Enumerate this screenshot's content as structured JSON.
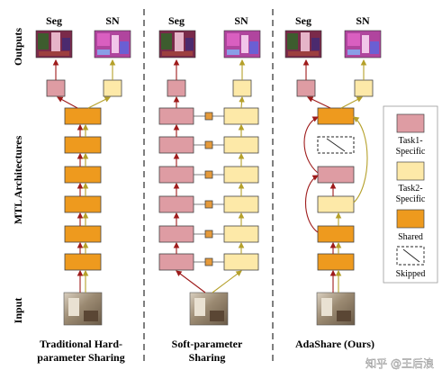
{
  "row_labels": {
    "outputs": "Outputs",
    "architectures": "MTL Architectures",
    "input": "Input"
  },
  "output_heads": {
    "seg": "Seg",
    "sn": "SN"
  },
  "panels": [
    {
      "caption_line1": "Traditional Hard-",
      "caption_line2": "parameter Sharing"
    },
    {
      "caption_line1": "Soft-parameter",
      "caption_line2": "Sharing"
    },
    {
      "caption_line1": "AdaShare (Ours)",
      "caption_line2": ""
    }
  ],
  "legend": {
    "task1": "Task1-Specific",
    "task1_line1": "Task1-",
    "task1_line2": "Specific",
    "task2": "Task2-Specific",
    "task2_line1": "Task2-",
    "task2_line2": "Specific",
    "shared": "Shared",
    "skipped": "Skipped"
  },
  "watermark": "知乎 @王后浪",
  "colors": {
    "shared": "#ee9a1e",
    "task1": "#de9ca3",
    "task2": "#fde9a8",
    "connector": "#e59a3a",
    "arrow_task1": "#9e1b1b",
    "arrow_task2": "#b5a02a",
    "divider": "#555555",
    "seg_image": "#7a2a4a",
    "sn_image": "#b0459e",
    "photo": "#9b8a72"
  }
}
